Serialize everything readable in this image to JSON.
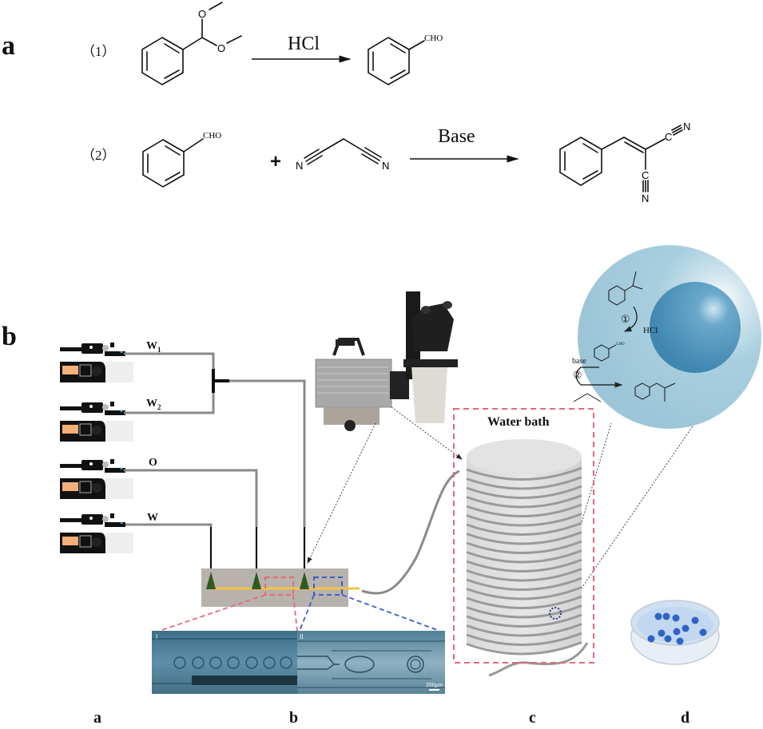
{
  "panels": {
    "a": "a",
    "b": "b"
  },
  "scheme": {
    "reaction1": {
      "step": "（1）",
      "reagent": "HCl",
      "product_group": "CHO"
    },
    "reaction2": {
      "step": "（2）",
      "reactant_group": "CHO",
      "plus": "+",
      "reagent": "Base",
      "nitrile_atom": "N"
    }
  },
  "setup": {
    "pumps": [
      {
        "label": "W",
        "subscript": "1"
      },
      {
        "label": "W",
        "subscript": "2"
      },
      {
        "label": "O",
        "subscript": ""
      },
      {
        "label": "W",
        "subscript": ""
      }
    ],
    "water_bath_label": "Water bath",
    "micrograph": {
      "region1": "I",
      "region2": "II",
      "scale_bar": "200μm"
    },
    "droplet_inset": {
      "step1": "①",
      "step1_reagent": "HCl",
      "step2": "②",
      "step2_reagent": "base",
      "cho": "CHO"
    },
    "sublabels": [
      "a",
      "b",
      "c",
      "d"
    ],
    "colors": {
      "red_dash": "#e8677a",
      "blue_dash": "#3a5fc8",
      "chip": "#b8b2ad",
      "channel": "#f2c443",
      "nozzle": "#2f5a1f",
      "droplet_outer": "#a9cfdf",
      "droplet_inner": "#4f95bd",
      "dish_drop": "#2f63c7"
    }
  }
}
